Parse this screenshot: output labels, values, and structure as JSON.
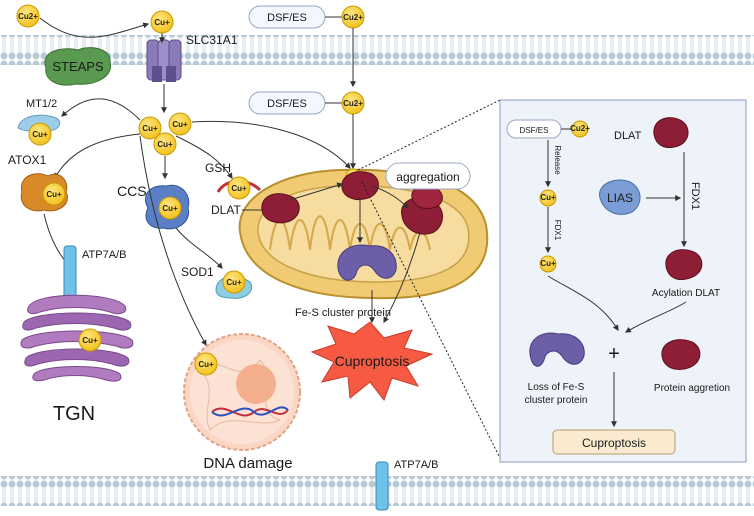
{
  "ions": {
    "cu2": "Cu2+",
    "cu1": "Cu+"
  },
  "labels": {
    "steaps": "STEAPS",
    "slc31a1": "SLC31A1",
    "dsf_es": "DSF/ES",
    "mt12": "MT1/2",
    "atox1": "ATOX1",
    "ccs": "CCS",
    "gsh": "GSH",
    "dlat": "DLAT",
    "aggregation": "aggregation",
    "atp7ab": "ATP7A/B",
    "sod1": "SOD1",
    "fes_cluster": "Fe-S cluster protein",
    "cuproptosis": "Cuproptosis",
    "tgn": "TGN",
    "dna_damage": "DNA damage"
  },
  "inset": {
    "dsf_es": "DSF/ES",
    "release": "Release",
    "fdx1_small": "FDX1",
    "dlat": "DLAT",
    "lias": "LIAS",
    "fdx1": "FDX1",
    "acylation": "Acylation DLAT",
    "plus": "+",
    "loss_line1": "Loss of Fe-S",
    "loss_line2": "cluster protein",
    "protein_agg": "Protein aggretion",
    "cuproptosis": "Cuproptosis"
  },
  "colors": {
    "membrane": "#b7cad6",
    "ion_fill": "#f3c220",
    "ion_stroke": "#c99a00",
    "dlat": "#8e1e36",
    "fes": "#6c5fa8",
    "mito": "#f0cb74",
    "star": "#f75a43",
    "inset_bg": "#eef2f9"
  }
}
